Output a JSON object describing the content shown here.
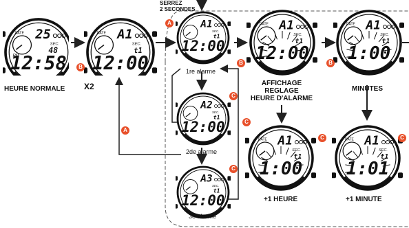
{
  "labels": {
    "normal_time": "HEURE NORMALE",
    "x2": "X2",
    "hold": "SERREZ\n2 SECONDES",
    "alarm1": "1re alarme",
    "alarm2": "2de alarme",
    "alarm3": "3e alarme",
    "display_setting": "AFFICHAGE\nREGLAGE\nHEURE D'ALARME",
    "minutes": "MINUTES",
    "plus_hour": "+1 HEURE",
    "plus_minute": "+1 MINUTE"
  },
  "badges": {
    "a": "A",
    "b": "B",
    "c": "C"
  },
  "colors": {
    "badge": "#e8502a",
    "ink": "#111111",
    "arrow": "#222222",
    "dashed": "#555555"
  },
  "watches": {
    "normal": {
      "top": "25",
      "sec_label": "SEC.",
      "sec_value": "48",
      "pm": "PM",
      "time": "12:58",
      "date": "DATE"
    },
    "alarm_mode": {
      "top": "A1",
      "sec_label": "SEC.",
      "sub": "t1",
      "time": "12:00",
      "date": "DATE"
    },
    "alarm1": {
      "top": "A1",
      "sec_label": "SEC.",
      "sub": "t1",
      "time": "12:00"
    },
    "alarm2": {
      "top": "A2",
      "sec_label": "SEC.",
      "sub": "t1",
      "time": "12:00"
    },
    "alarm3": {
      "top": "A3",
      "sec_label": "SEC.",
      "sub": "t1",
      "time": "12:00"
    },
    "display_setting": {
      "top": "A1",
      "sec_label": "SEC.",
      "sub": "t1",
      "time": "12:00",
      "date": "DATE"
    },
    "minutes": {
      "top": "A1",
      "sec_label": "SEC.",
      "sub": "t1",
      "time": "1:00",
      "date": "DATE"
    },
    "plus_hour": {
      "top": "A1",
      "sec_label": "SEC.",
      "sub": "t1",
      "time": "1:00",
      "date": "DATE"
    },
    "plus_minute": {
      "top": "A1",
      "sec_label": "SEC.",
      "sub": "t1",
      "time": "1:01",
      "date": "DATE"
    }
  }
}
